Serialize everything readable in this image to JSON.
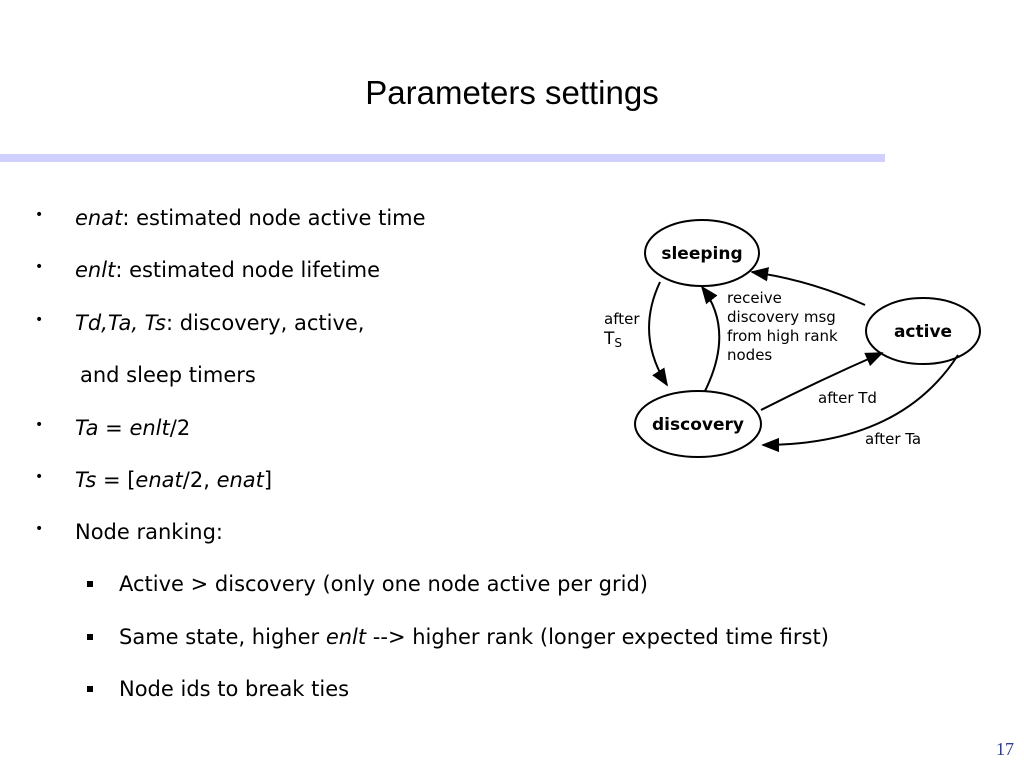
{
  "slide": {
    "title": "Parameters settings",
    "page_number": "17"
  },
  "bullets": [
    {
      "parts": [
        {
          "text": "enat",
          "italic": true
        },
        {
          "text": ": estimated node active time",
          "italic": false
        }
      ]
    },
    {
      "parts": [
        {
          "text": "enlt",
          "italic": true
        },
        {
          "text": ": estimated node lifetime",
          "italic": false
        }
      ]
    },
    {
      "parts": [
        {
          "text": "Td,Ta, Ts",
          "italic": true
        },
        {
          "text": ": discovery, active,",
          "italic": false
        }
      ]
    },
    {
      "continuation": "and sleep timers"
    },
    {
      "parts": [
        {
          "text": "Ta",
          "italic": true
        },
        {
          "text": " = ",
          "italic": false
        },
        {
          "text": "enlt",
          "italic": true
        },
        {
          "text": "/2",
          "italic": false
        }
      ]
    },
    {
      "parts": [
        {
          "text": "Ts",
          "italic": true
        },
        {
          "text": " = [",
          "italic": false
        },
        {
          "text": "enat",
          "italic": true
        },
        {
          "text": "/2, ",
          "italic": false
        },
        {
          "text": "enat",
          "italic": true
        },
        {
          "text": "]",
          "italic": false
        }
      ]
    },
    {
      "parts": [
        {
          "text": "Node ranking:",
          "italic": false
        }
      ]
    }
  ],
  "subbullets": [
    {
      "parts": [
        {
          "text": "Active > discovery (only one node active per grid)",
          "italic": false
        }
      ]
    },
    {
      "parts": [
        {
          "text": "Same state, higher ",
          "italic": false
        },
        {
          "text": "enlt",
          "italic": true
        },
        {
          "text": " --> higher rank (longer expected time first)",
          "italic": false
        }
      ]
    },
    {
      "parts": [
        {
          "text": "Node ids to break ties",
          "italic": false
        }
      ]
    }
  ],
  "diagram": {
    "states": {
      "sleeping": "sleeping",
      "active": "active",
      "discovery": "discovery"
    },
    "labels": {
      "after": "after",
      "ts_main": "T",
      "ts_sub": "S",
      "receive_1": "receive",
      "receive_2": "discovery msg",
      "receive_3": "from high rank",
      "receive_4": "nodes",
      "after_td": "after Td",
      "after_ta": "after Ta"
    }
  }
}
